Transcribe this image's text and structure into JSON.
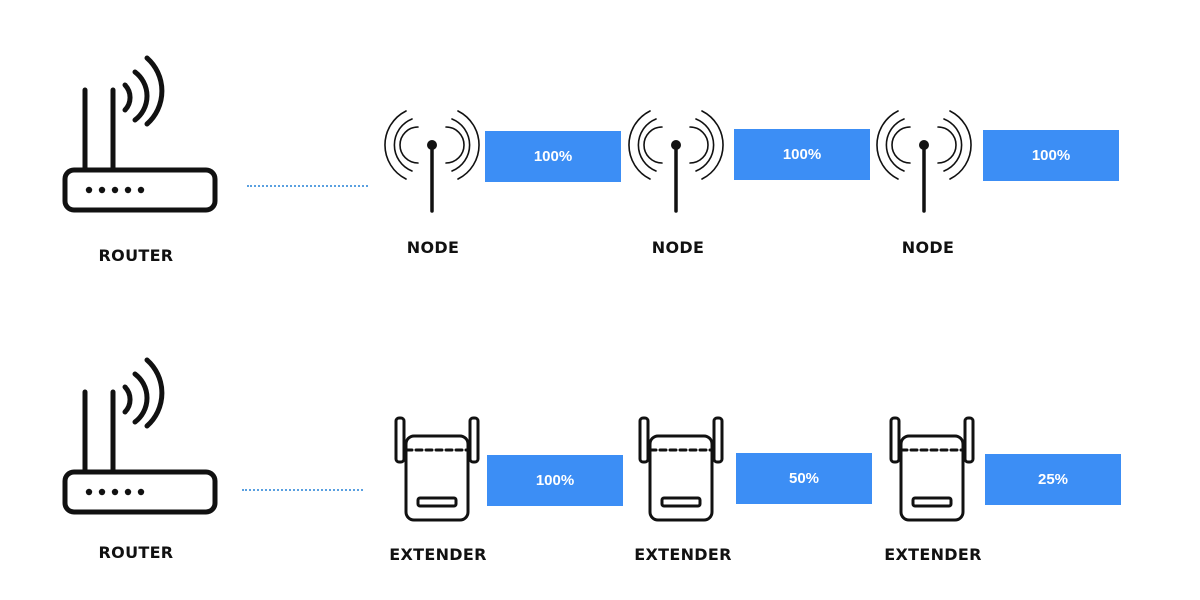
{
  "rows": [
    {
      "router_label": "ROUTER",
      "device_type": "node",
      "devices": [
        {
          "label": "NODE",
          "signal": "100%"
        },
        {
          "label": "NODE",
          "signal": "100%"
        },
        {
          "label": "NODE",
          "signal": "100%"
        }
      ]
    },
    {
      "router_label": "ROUTER",
      "device_type": "extender",
      "devices": [
        {
          "label": "EXTENDER",
          "signal": "100%"
        },
        {
          "label": "EXTENDER",
          "signal": "50%"
        },
        {
          "label": "EXTENDER",
          "signal": "25%"
        }
      ]
    }
  ],
  "colors": {
    "bar": "#3c8ef5",
    "connector": "#5aa0e0",
    "icon": "#111111"
  },
  "icons": {
    "router": "router-icon",
    "node": "antenna-node-icon",
    "extender": "wifi-extender-icon"
  }
}
